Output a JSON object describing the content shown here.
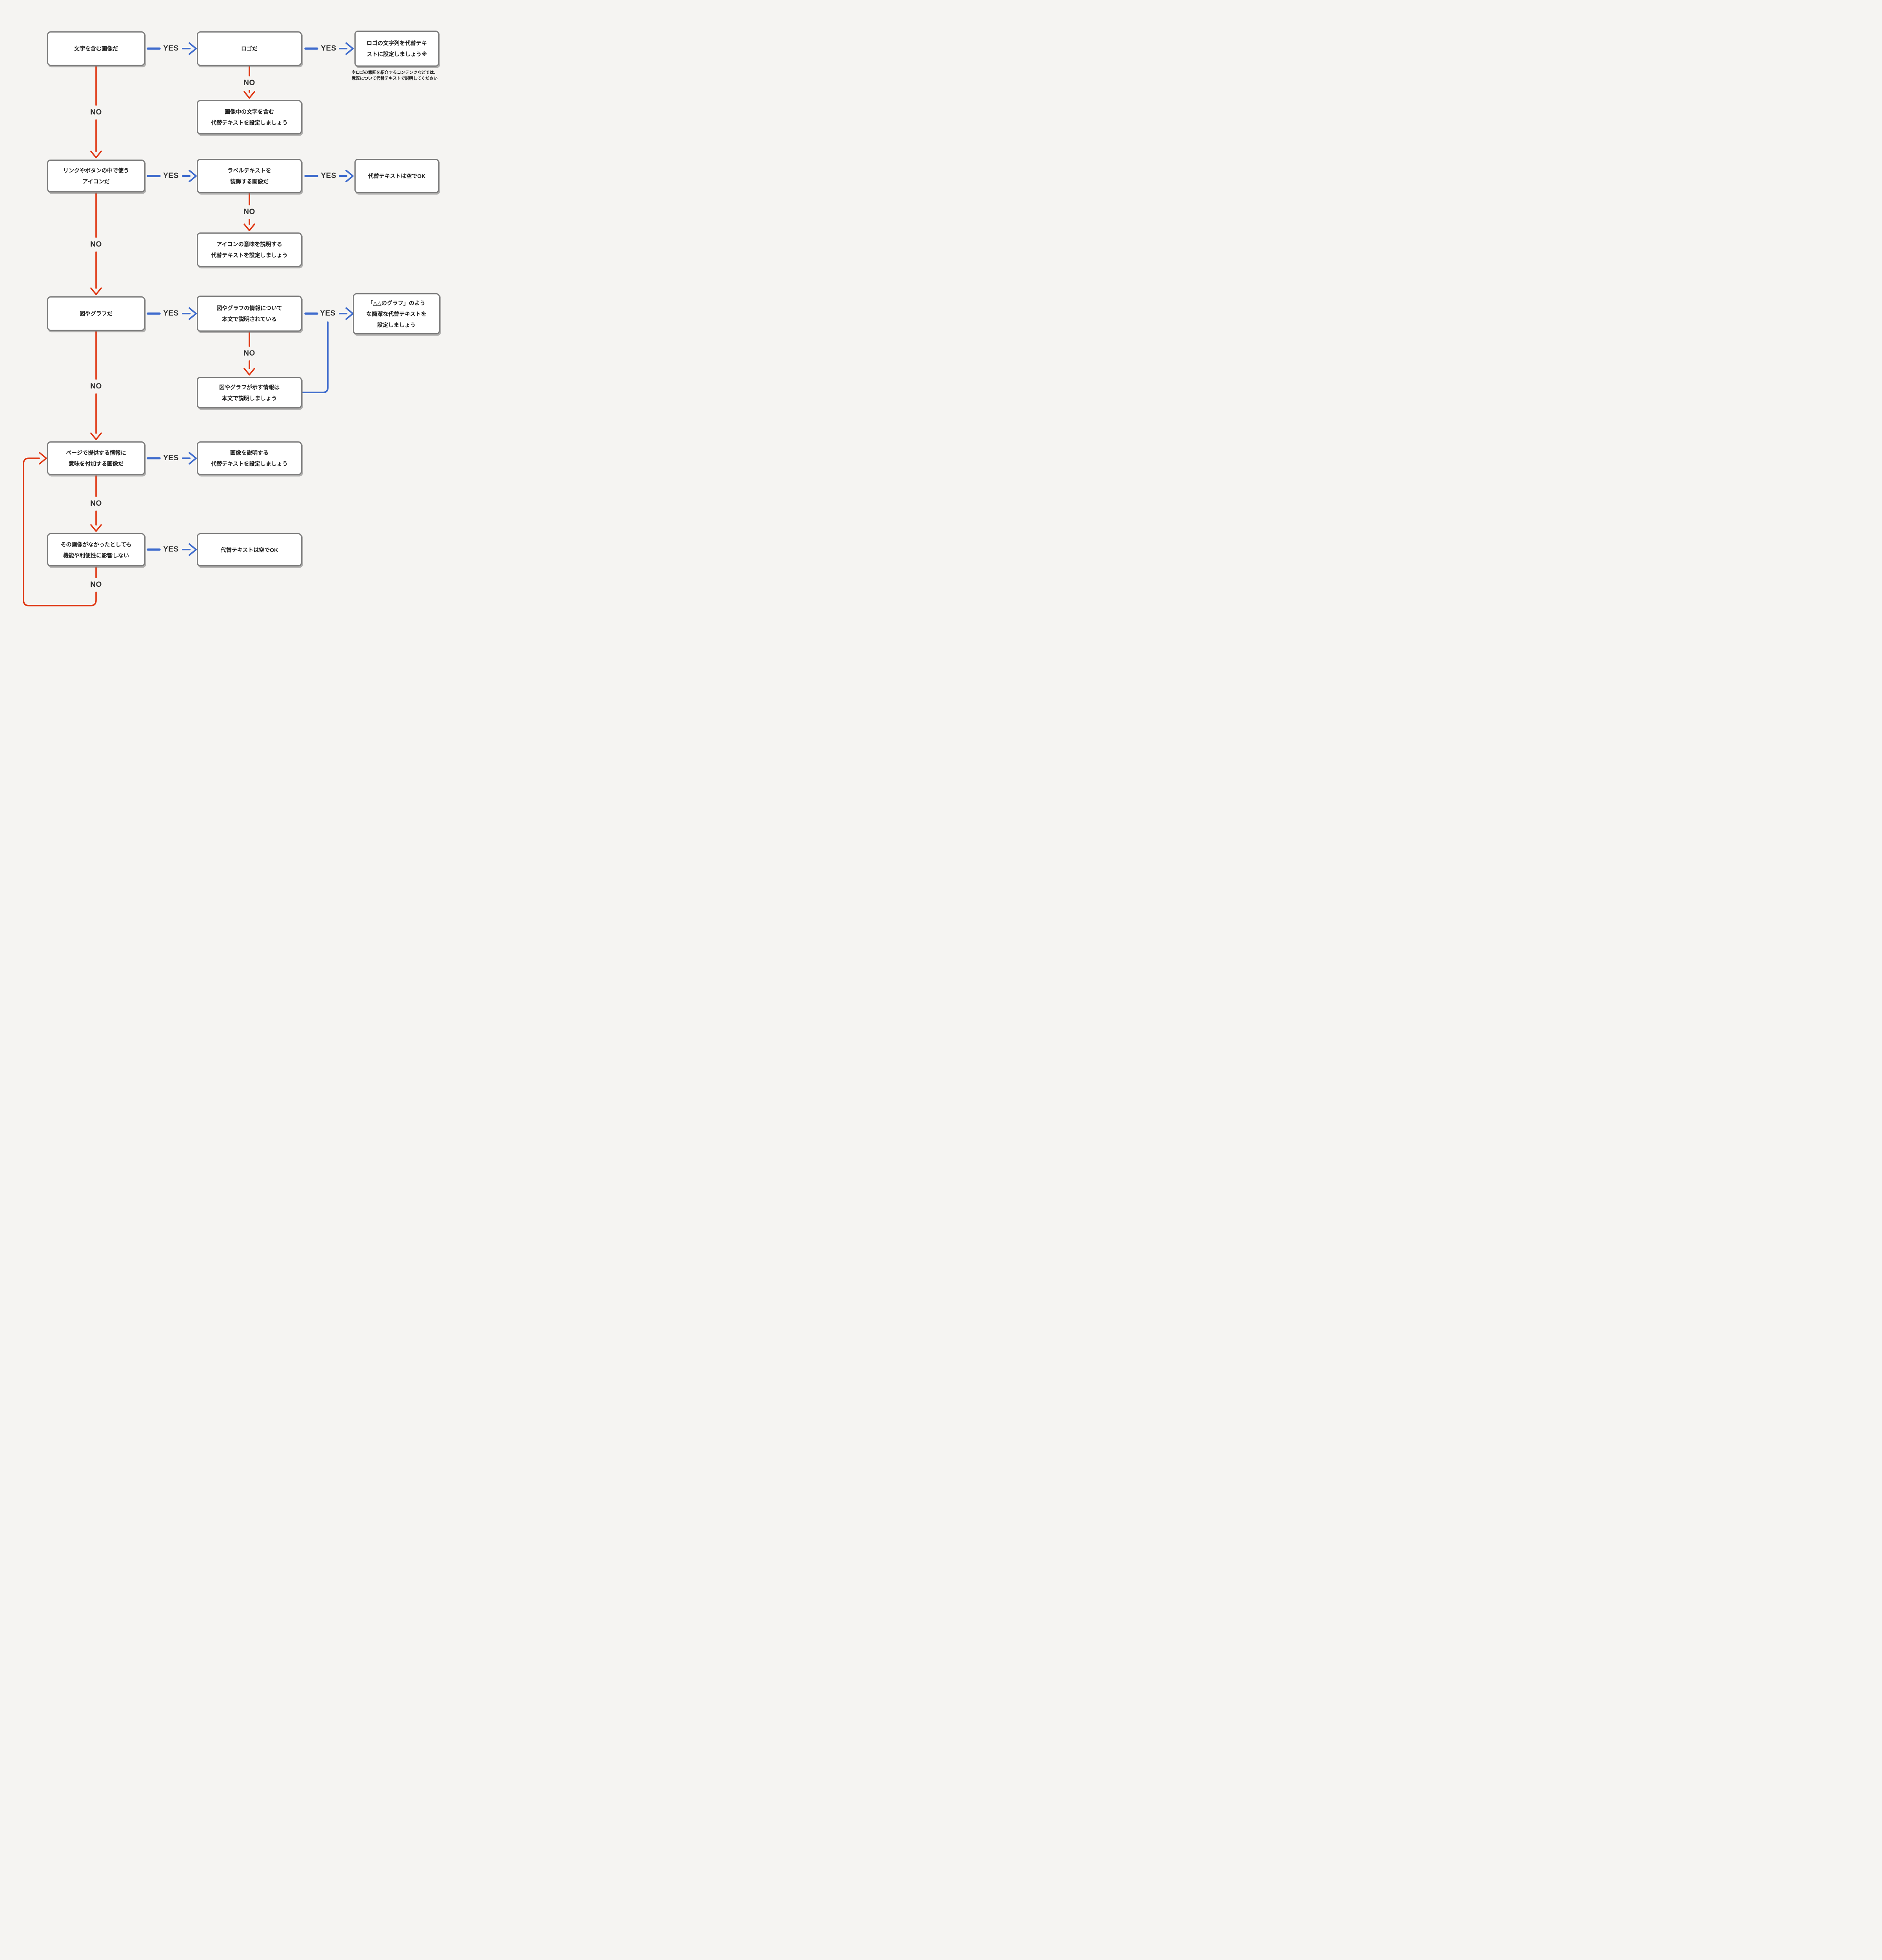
{
  "page": {
    "bg": "#f5f4f2"
  },
  "colors": {
    "yes": "#3e6bcd",
    "no": "#df3511",
    "label": "#2f2f2f",
    "border": "#7c7c7c",
    "box_bg": "#ffffff",
    "text": "#1d1d1d",
    "bg": "#f5f4f2"
  },
  "labels": {
    "yes": "YES",
    "no": "NO"
  },
  "boxes": {
    "q_text_image": {
      "text": "文字を含む画像だ"
    },
    "q_logo": {
      "text": "ロゴだ"
    },
    "a_logo_text": {
      "text": "ロゴの文字列を代替テキ\nストに設定しましょう※"
    },
    "a_text_in_image": {
      "text": "画像中の文字を含む\n代替テキストを設定しましょう"
    },
    "q_icon": {
      "text": "リンクやボタンの中で使う\nアイコンだ"
    },
    "q_label_decoration": {
      "text": "ラベルテキストを\n装飾する画像だ"
    },
    "a_empty_alt_icon": {
      "text": "代替テキストは空でOK"
    },
    "a_icon_meaning": {
      "text": "アイコンの意味を説明する\n代替テキストを設定しましょう"
    },
    "q_chart": {
      "text": "図やグラフだ"
    },
    "q_chart_explained": {
      "text": "図やグラフの情報について\n本文で説明されている"
    },
    "a_chart_simple_alt": {
      "text": "「△△のグラフ」のよう\nな簡潔な代替テキストを\n設定しましょう"
    },
    "a_chart_explain_body": {
      "text": "図やグラフが示す情報は\n本文で説明しましょう"
    },
    "q_meaningful": {
      "text": "ページで提供する情報に\n意味を付加する画像だ"
    },
    "a_describe_image": {
      "text": "画像を説明する\n代替テキストを設定しましょう"
    },
    "q_no_impact": {
      "text": "その画像がなかったとしても\n機能や利便性に影響しない"
    },
    "a_empty_alt_final": {
      "text": "代替テキストは空でOK"
    }
  },
  "note": {
    "text": "※ロゴの意匠を紹介するコンテンツなどでは、\n意匠について代替テキストで説明してください"
  }
}
